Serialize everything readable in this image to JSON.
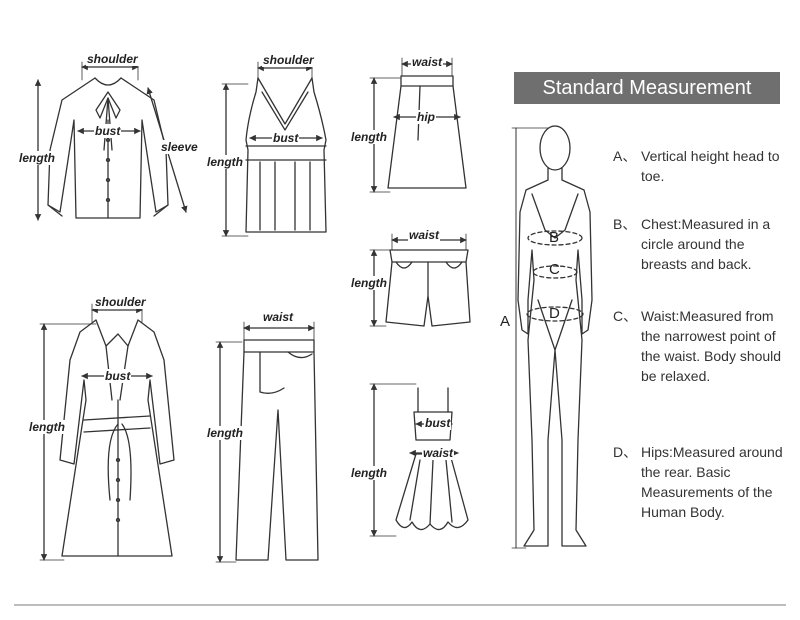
{
  "garments": {
    "blouse": {
      "shoulder": "shoulder",
      "bust": "bust",
      "sleeve": "sleeve",
      "length": "length"
    },
    "tank": {
      "shoulder": "shoulder",
      "bust": "bust",
      "length": "length"
    },
    "skirt": {
      "waist": "waist",
      "hip": "hip",
      "length": "length"
    },
    "shorts": {
      "waist": "waist",
      "length": "length"
    },
    "coat": {
      "shoulder": "shoulder",
      "bust": "bust",
      "length": "length"
    },
    "pants": {
      "waist": "waist",
      "length": "length"
    },
    "dress": {
      "bust": "bust",
      "waist": "waist",
      "length": "length"
    }
  },
  "standard": {
    "title": "Standard Measurement",
    "items": [
      {
        "marker": "A、",
        "text": "Vertical height head to toe."
      },
      {
        "marker": "B、",
        "text": "Chest:Measured in a circle around the breasts and back."
      },
      {
        "marker": "C、",
        "text": "Waist:Measured from the narrowest point of the waist. Body should be relaxed."
      },
      {
        "marker": "D、",
        "text": "Hips:Measured around the rear. Basic Measurements of the Human Body."
      }
    ],
    "body_letters": {
      "a": "A",
      "b": "B",
      "c": "C",
      "d": "D"
    }
  }
}
